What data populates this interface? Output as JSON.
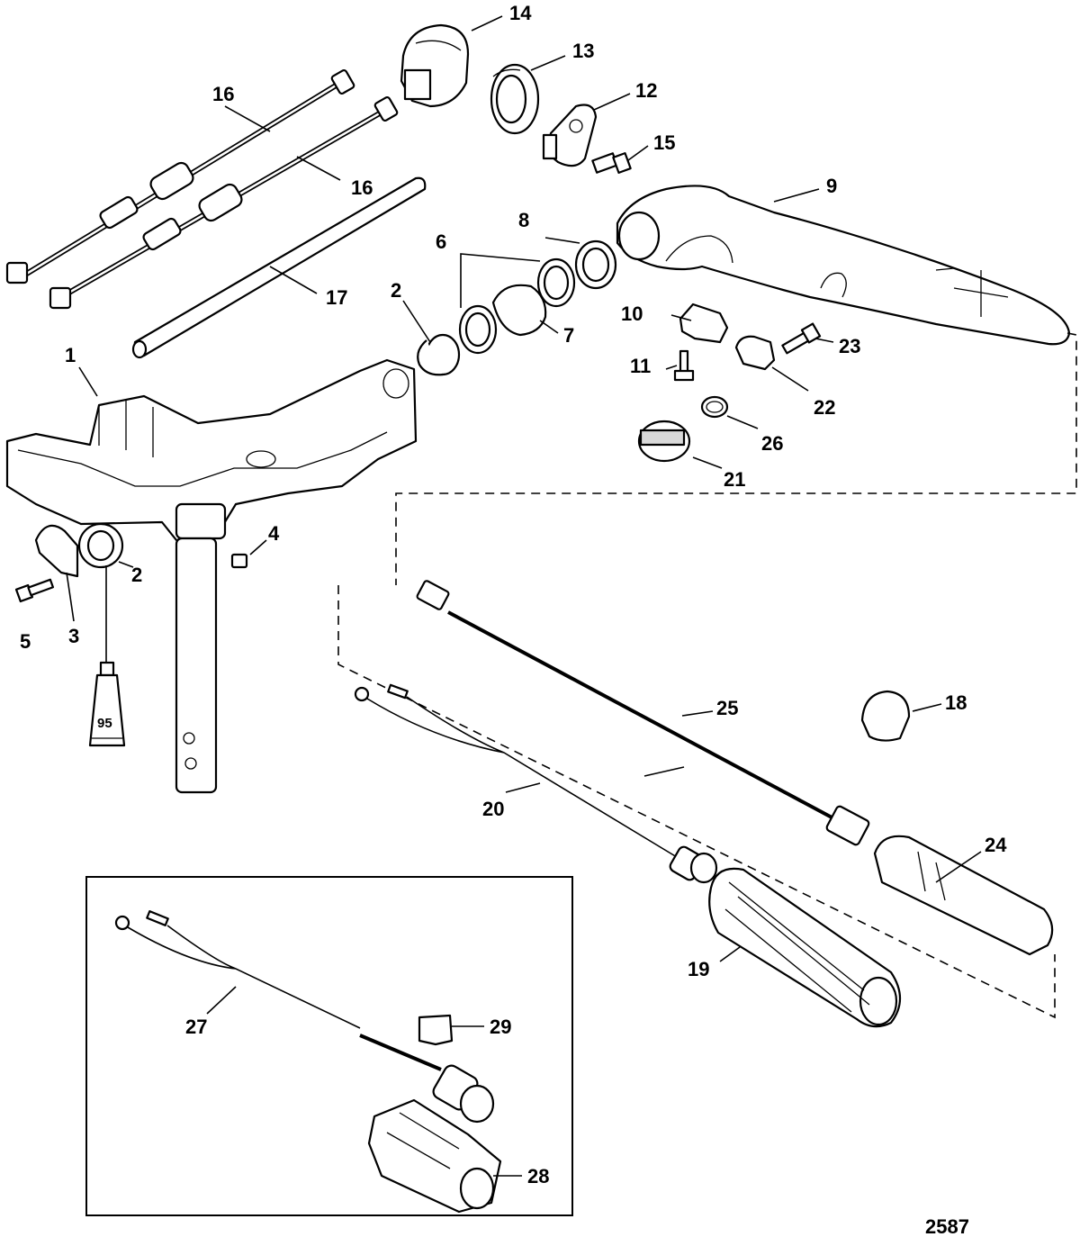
{
  "figure_number": "2587",
  "tube_label": "95",
  "callouts": [
    {
      "id": "c14",
      "label": "14"
    },
    {
      "id": "c13",
      "label": "13"
    },
    {
      "id": "c12",
      "label": "12"
    },
    {
      "id": "c15",
      "label": "15"
    },
    {
      "id": "c16a",
      "label": "16"
    },
    {
      "id": "c16b",
      "label": "16"
    },
    {
      "id": "c9",
      "label": "9"
    },
    {
      "id": "c8",
      "label": "8"
    },
    {
      "id": "c6",
      "label": "6"
    },
    {
      "id": "c17",
      "label": "17"
    },
    {
      "id": "c2a",
      "label": "2"
    },
    {
      "id": "c7",
      "label": "7"
    },
    {
      "id": "c10",
      "label": "10"
    },
    {
      "id": "c11",
      "label": "11"
    },
    {
      "id": "c23",
      "label": "23"
    },
    {
      "id": "c22",
      "label": "22"
    },
    {
      "id": "c26",
      "label": "26"
    },
    {
      "id": "c21",
      "label": "21"
    },
    {
      "id": "c1",
      "label": "1"
    },
    {
      "id": "c4",
      "label": "4"
    },
    {
      "id": "c2b",
      "label": "2"
    },
    {
      "id": "c5",
      "label": "5"
    },
    {
      "id": "c3",
      "label": "3"
    },
    {
      "id": "c25",
      "label": "25"
    },
    {
      "id": "c18",
      "label": "18"
    },
    {
      "id": "c20",
      "label": "20"
    },
    {
      "id": "c24",
      "label": "24"
    },
    {
      "id": "c19",
      "label": "19"
    },
    {
      "id": "c27",
      "label": "27"
    },
    {
      "id": "c29",
      "label": "29"
    },
    {
      "id": "c28",
      "label": "28"
    }
  ]
}
